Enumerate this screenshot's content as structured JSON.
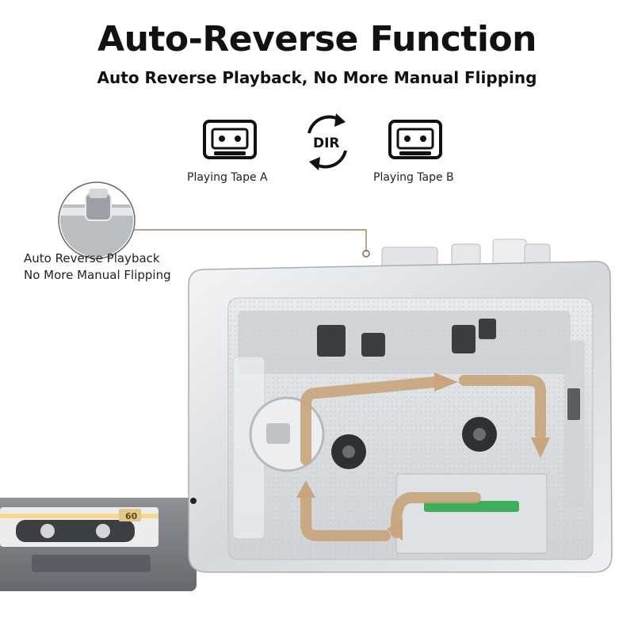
{
  "header": {
    "title": "Auto-Reverse Function",
    "subtitle": "Auto Reverse Playback, No More Manual Flipping"
  },
  "diagram": {
    "tape_a_label": "Playing Tape A",
    "tape_b_label": "Playing Tape B",
    "dir_label": "DIR"
  },
  "callout": {
    "line1": "Auto Reverse Playback",
    "line2": "No More Manual Flipping"
  },
  "cassette": {
    "label_text": "60"
  },
  "icons": {
    "tape_a": "cassette-icon",
    "tape_b": "cassette-icon",
    "dir": "reverse-arrows-icon"
  },
  "colors": {
    "arrow": "#c8a57a",
    "body": "#d9dcdf",
    "text": "#111111"
  }
}
